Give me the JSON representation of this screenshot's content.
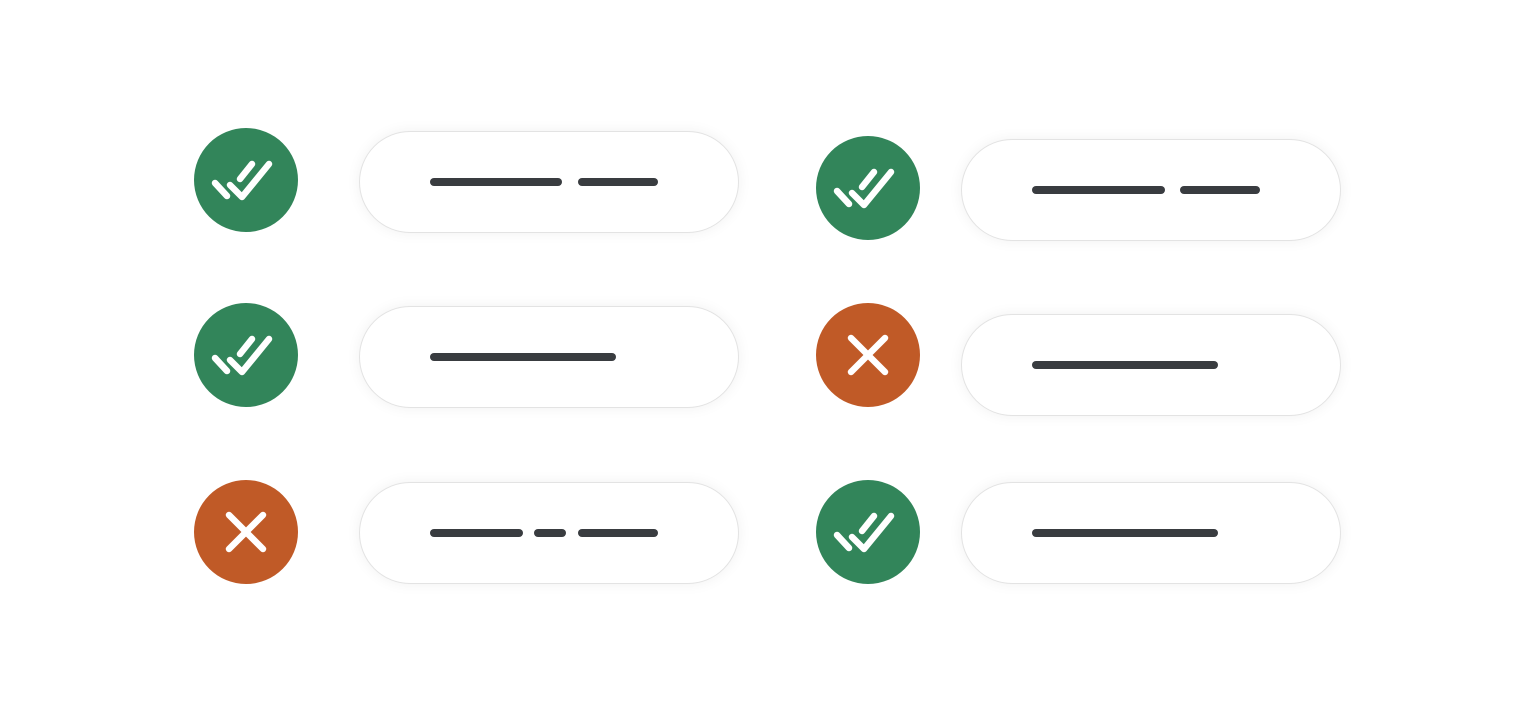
{
  "colors": {
    "success": "#32855A",
    "failure": "#C05A27",
    "line": "#393C40"
  },
  "items": [
    {
      "status": "success",
      "icon": "double-check-icon"
    },
    {
      "status": "success",
      "icon": "double-check-icon"
    },
    {
      "status": "success",
      "icon": "double-check-icon"
    },
    {
      "status": "failure",
      "icon": "close-icon"
    },
    {
      "status": "failure",
      "icon": "close-icon"
    },
    {
      "status": "success",
      "icon": "double-check-icon"
    }
  ]
}
